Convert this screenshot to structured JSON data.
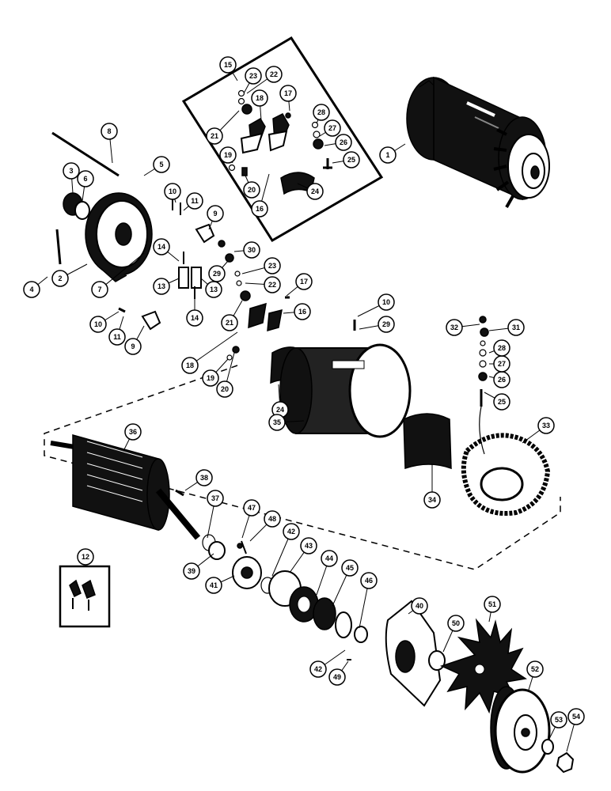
{
  "callouts": [
    {
      "id": "c1",
      "label": "1"
    },
    {
      "id": "c2",
      "label": "2"
    },
    {
      "id": "c3",
      "label": "3"
    },
    {
      "id": "c4",
      "label": "4"
    },
    {
      "id": "c5",
      "label": "5"
    },
    {
      "id": "c6",
      "label": "6"
    },
    {
      "id": "c7",
      "label": "7"
    },
    {
      "id": "c8",
      "label": "8"
    },
    {
      "id": "c9a",
      "label": "9"
    },
    {
      "id": "c9b",
      "label": "9"
    },
    {
      "id": "c10a",
      "label": "10"
    },
    {
      "id": "c10b",
      "label": "10"
    },
    {
      "id": "c10c",
      "label": "10"
    },
    {
      "id": "c11a",
      "label": "11"
    },
    {
      "id": "c11b",
      "label": "11"
    },
    {
      "id": "c12",
      "label": "12"
    },
    {
      "id": "c13a",
      "label": "13"
    },
    {
      "id": "c13b",
      "label": "13"
    },
    {
      "id": "c14a",
      "label": "14"
    },
    {
      "id": "c14b",
      "label": "14"
    },
    {
      "id": "c15",
      "label": "15"
    },
    {
      "id": "c16a",
      "label": "16"
    },
    {
      "id": "c16b",
      "label": "16"
    },
    {
      "id": "c17a",
      "label": "17"
    },
    {
      "id": "c17b",
      "label": "17"
    },
    {
      "id": "c18a",
      "label": "18"
    },
    {
      "id": "c18b",
      "label": "18"
    },
    {
      "id": "c19a",
      "label": "19"
    },
    {
      "id": "c19b",
      "label": "19"
    },
    {
      "id": "c20a",
      "label": "20"
    },
    {
      "id": "c20b",
      "label": "20"
    },
    {
      "id": "c21a",
      "label": "21"
    },
    {
      "id": "c21b",
      "label": "21"
    },
    {
      "id": "c22a",
      "label": "22"
    },
    {
      "id": "c22b",
      "label": "22"
    },
    {
      "id": "c23a",
      "label": "23"
    },
    {
      "id": "c23b",
      "label": "23"
    },
    {
      "id": "c24a",
      "label": "24"
    },
    {
      "id": "c24b",
      "label": "24"
    },
    {
      "id": "c25a",
      "label": "25"
    },
    {
      "id": "c25b",
      "label": "25"
    },
    {
      "id": "c26a",
      "label": "26"
    },
    {
      "id": "c26b",
      "label": "26"
    },
    {
      "id": "c27a",
      "label": "27"
    },
    {
      "id": "c27b",
      "label": "27"
    },
    {
      "id": "c28a",
      "label": "28"
    },
    {
      "id": "c28b",
      "label": "28"
    },
    {
      "id": "c29a",
      "label": "29"
    },
    {
      "id": "c29b",
      "label": "29"
    },
    {
      "id": "c30",
      "label": "30"
    },
    {
      "id": "c31",
      "label": "31"
    },
    {
      "id": "c32",
      "label": "32"
    },
    {
      "id": "c33",
      "label": "33"
    },
    {
      "id": "c34",
      "label": "34"
    },
    {
      "id": "c35",
      "label": "35"
    },
    {
      "id": "c36",
      "label": "36"
    },
    {
      "id": "c37",
      "label": "37"
    },
    {
      "id": "c38",
      "label": "38"
    },
    {
      "id": "c39",
      "label": "39"
    },
    {
      "id": "c40",
      "label": "40"
    },
    {
      "id": "c41",
      "label": "41"
    },
    {
      "id": "c42a",
      "label": "42"
    },
    {
      "id": "c42b",
      "label": "42"
    },
    {
      "id": "c43",
      "label": "43"
    },
    {
      "id": "c44",
      "label": "44"
    },
    {
      "id": "c45",
      "label": "45"
    },
    {
      "id": "c46",
      "label": "46"
    },
    {
      "id": "c47",
      "label": "47"
    },
    {
      "id": "c48",
      "label": "48"
    },
    {
      "id": "c49",
      "label": "49"
    },
    {
      "id": "c50",
      "label": "50"
    },
    {
      "id": "c51",
      "label": "51"
    },
    {
      "id": "c52",
      "label": "52"
    },
    {
      "id": "c53",
      "label": "53"
    },
    {
      "id": "c54",
      "label": "54"
    }
  ]
}
